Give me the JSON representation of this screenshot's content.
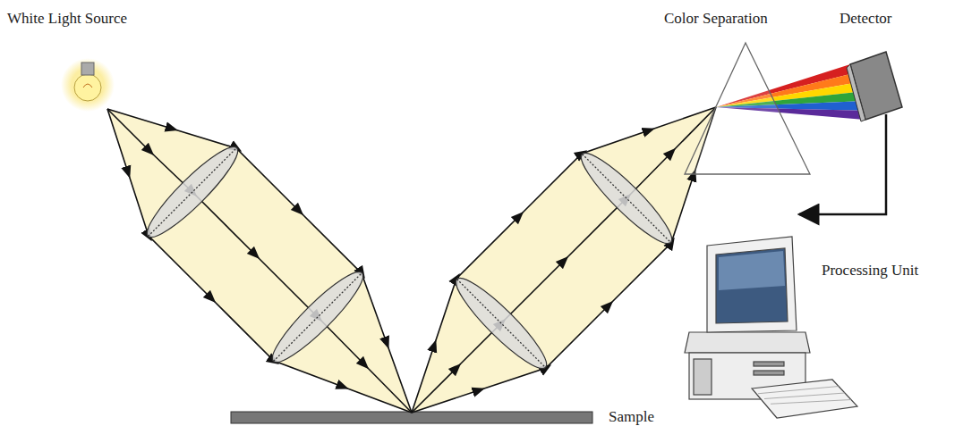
{
  "diagram": {
    "labels": [
      "White Light Source",
      "Color Separation",
      "Detector",
      "Processing Unit",
      "Sample"
    ]
  }
}
